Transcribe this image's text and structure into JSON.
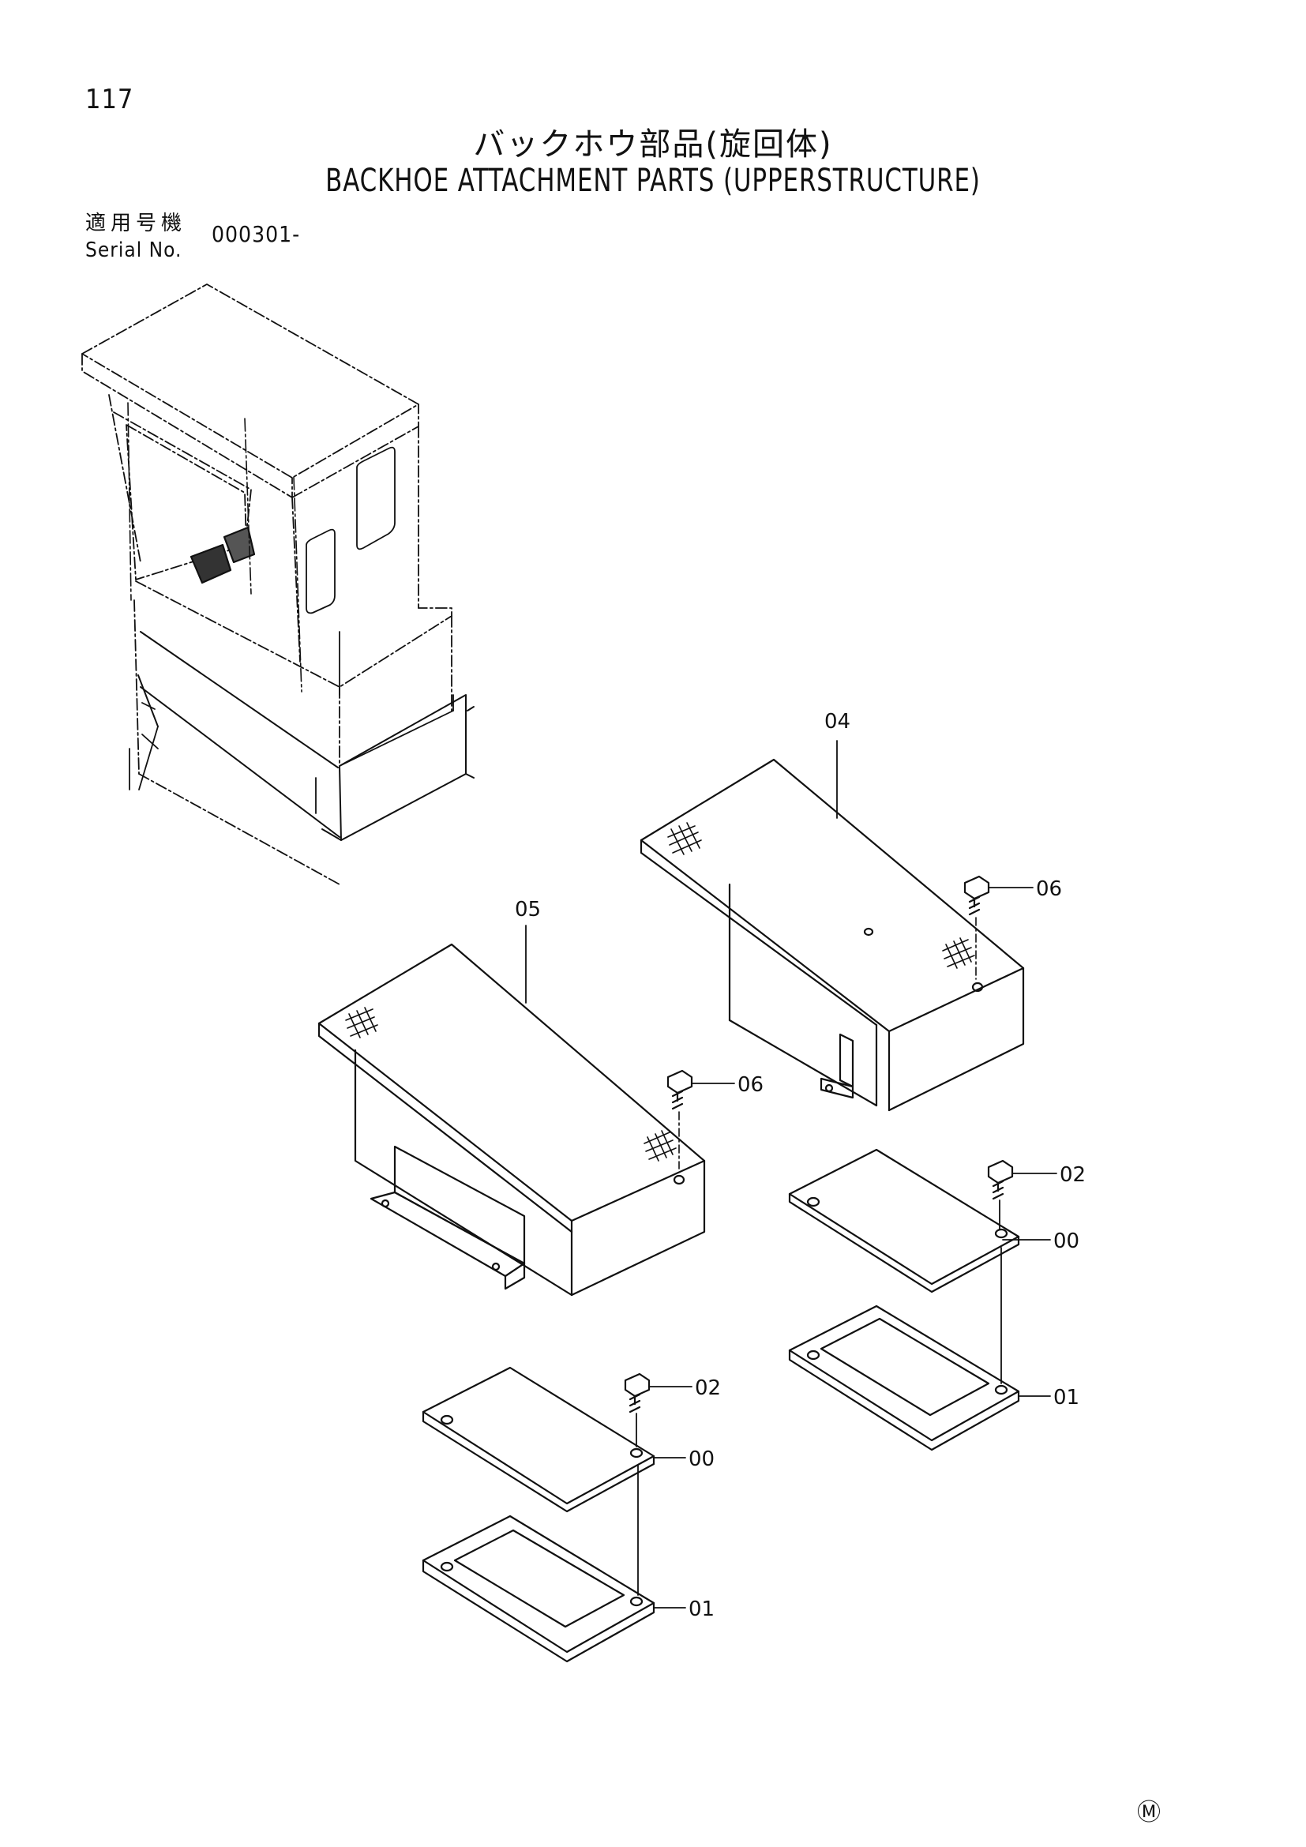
{
  "page": {
    "number": "117",
    "title_jp": "バックホウ部品(旋回体)",
    "title_en": "BACKHOE ATTACHMENT PARTS (UPPERSTRUCTURE)",
    "serial_label_jp": "適用号機",
    "serial_label_en": "Serial No.",
    "serial_value": "000301-",
    "corner_mark": "Ⓜ"
  },
  "callouts": {
    "c04": "04",
    "c05": "05",
    "c06a": "06",
    "c06b": "06",
    "c02a": "02",
    "c00a": "00",
    "c01a": "01",
    "c02b": "02",
    "c00b": "00",
    "c01b": "01"
  }
}
